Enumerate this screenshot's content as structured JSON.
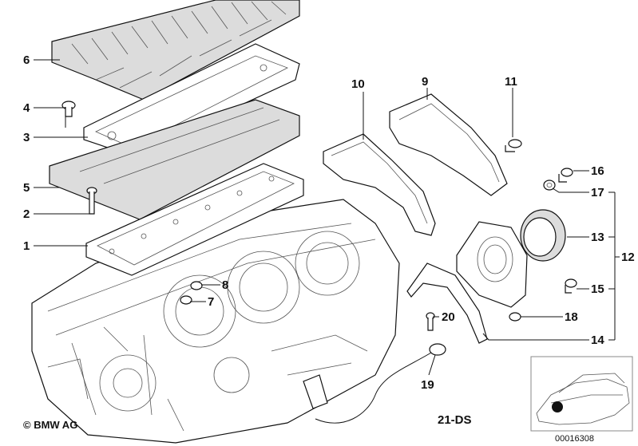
{
  "diagram": {
    "copyright": "© BMW AG",
    "diagram_code": "21-DS",
    "reference_number": "00016308",
    "callouts": [
      {
        "id": "c1",
        "label": "1"
      },
      {
        "id": "c2",
        "label": "2"
      },
      {
        "id": "c3",
        "label": "3"
      },
      {
        "id": "c4",
        "label": "4"
      },
      {
        "id": "c5",
        "label": "5"
      },
      {
        "id": "c6",
        "label": "6"
      },
      {
        "id": "c7",
        "label": "7"
      },
      {
        "id": "c8",
        "label": "8"
      },
      {
        "id": "c9",
        "label": "9"
      },
      {
        "id": "c10",
        "label": "10"
      },
      {
        "id": "c11",
        "label": "11"
      },
      {
        "id": "c12",
        "label": "12"
      },
      {
        "id": "c13",
        "label": "13"
      },
      {
        "id": "c14",
        "label": "14"
      },
      {
        "id": "c15",
        "label": "15"
      },
      {
        "id": "c16",
        "label": "16"
      },
      {
        "id": "c17",
        "label": "17"
      },
      {
        "id": "c18",
        "label": "18"
      },
      {
        "id": "c19",
        "label": "19"
      },
      {
        "id": "c20",
        "label": "20"
      }
    ]
  }
}
